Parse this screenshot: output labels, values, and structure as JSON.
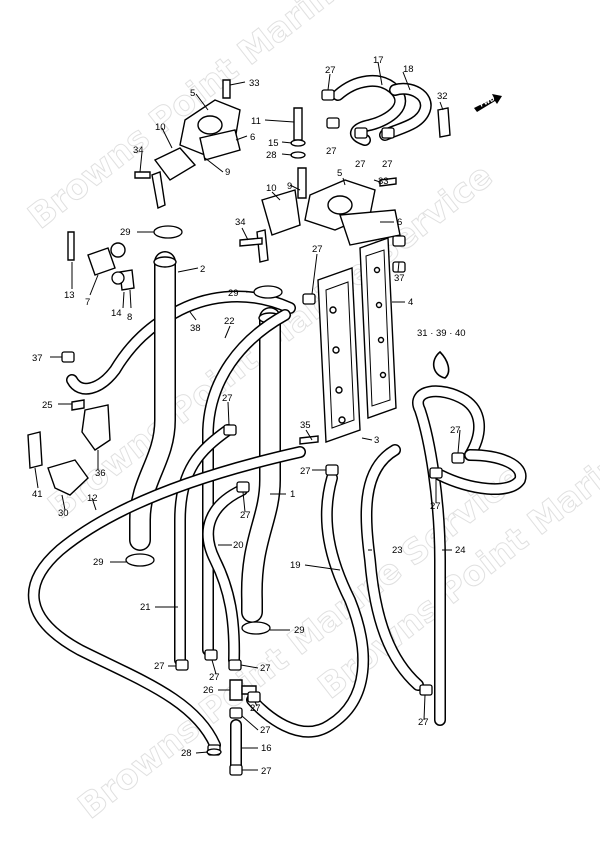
{
  "watermark": "Browns Point Marine Service",
  "fwd_label": "FWD",
  "part_labels": {
    "p1": "1",
    "p2": "2",
    "p3": "3",
    "p4": "4",
    "p5a": "5",
    "p5b": "5",
    "p6a": "6",
    "p6b": "6",
    "p7": "7",
    "p8": "8",
    "p9a": "9",
    "p9b": "9",
    "p10a": "10",
    "p10b": "10",
    "p11": "11",
    "p12": "12",
    "p13": "13",
    "p14": "14",
    "p15": "15",
    "p16": "16",
    "p17": "17",
    "p18": "18",
    "p19": "19",
    "p20": "20",
    "p21": "21",
    "p22": "22",
    "p23": "23",
    "p24": "24",
    "p25": "25",
    "p26": "26",
    "p27": "27",
    "p28a": "28",
    "p28b": "28",
    "p29a": "29",
    "p29b": "29",
    "p29c": "29",
    "p29d": "29",
    "p30": "30",
    "p31": "31 · 39 · 40",
    "p32": "32",
    "p33a": "33",
    "p33b": "33",
    "p34a": "34",
    "p34b": "34",
    "p35": "35",
    "p36": "36",
    "p37a": "37",
    "p37b": "37",
    "p38": "38",
    "p41": "41"
  }
}
